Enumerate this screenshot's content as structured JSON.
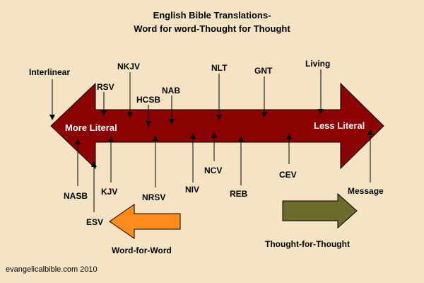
{
  "title": {
    "line1": "English Bible Translations-",
    "line2": "Word for word-Thought for Thought"
  },
  "main_arrow": {
    "left_label": "More Literal",
    "right_label": "Less Literal",
    "color": "#8B0000"
  },
  "translations_above": {
    "interlinear": "Interlinear",
    "rsv": "RSV",
    "nkjv": "NKJV",
    "hcsb": "HCSB",
    "nab": "NAB",
    "nlt": "NLT",
    "gnt": "GNT",
    "living": "Living"
  },
  "translations_below": {
    "nasb": "NASB",
    "kjv": "KJV",
    "esv": "ESV",
    "nrsv": "NRSV",
    "niv": "NIV",
    "ncv": "NCV",
    "reb": "REB",
    "cev": "CEV",
    "message": "Message"
  },
  "legend": {
    "word_for_word": "Word-for-Word",
    "thought_for_thought": "Thought-for-Thought",
    "word_color": "#FF8C1A",
    "thought_color": "#6B6B2B"
  },
  "footer": "evangelicalbible.com 2010"
}
